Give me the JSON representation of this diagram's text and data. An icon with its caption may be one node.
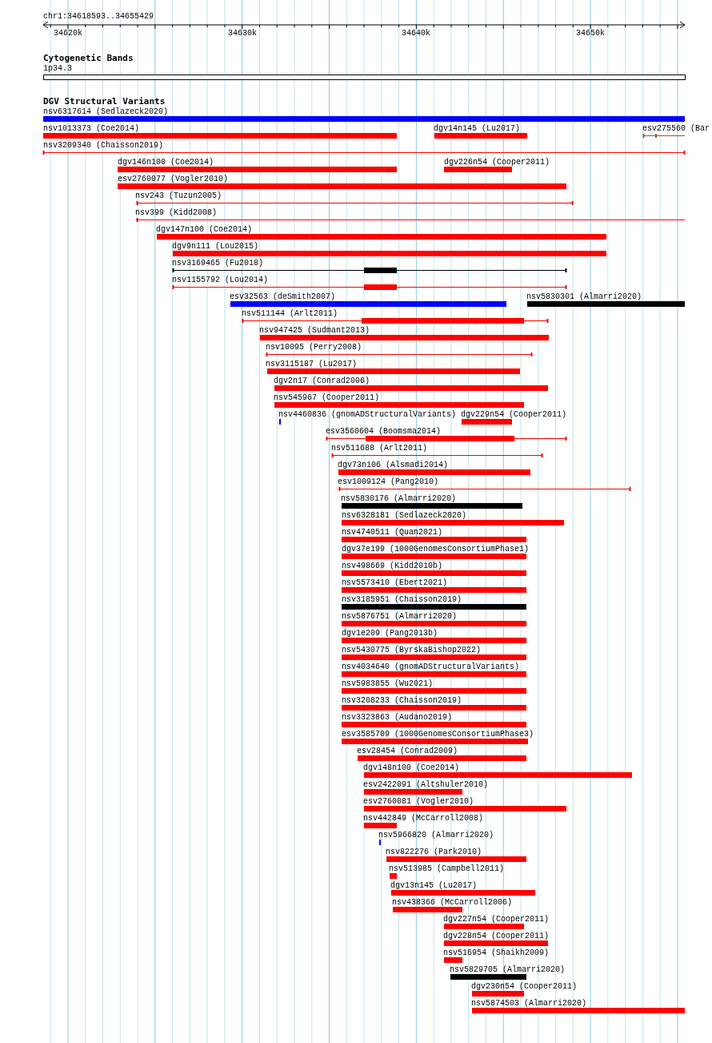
{
  "diagram": {
    "nodes": [
      {
        "text": [
          "nsv6317614 (Sedlazeck2020)"
        ]
      },
      {
        "text": [
          "nsv1013373 (Coe2014)"
        ]
      },
      {
        "text": [
          "dgv14n145 (Lu2017)"
        ]
      },
      {
        "text": [
          "esv275560 (Bar"
        ]
      },
      {
        "text": [
          "nsv3209340 (Chaisson2019)"
        ]
      },
      {
        "text": [
          "dgv146n100 (Coe2014)"
        ]
      },
      {
        "text": [
          "dgv226n54 (Cooper2011)"
        ]
      },
      {
        "text": [
          "esv2760077 (Vogler2010)"
        ]
      },
      {
        "text": [
          "nsv243 (Tuzun2005)"
        ]
      },
      {
        "text": [
          "nsv399 (Kidd2008)"
        ]
      },
      {
        "text": [
          "dgv147n100 (Coe2014)"
        ]
      },
      {
        "text": [
          "dgv9n111 (Lou2015)"
        ]
      },
      {
        "text": [
          "nsv3169465 (Fu2018)"
        ]
      },
      {
        "text": [
          "nsv1155792 (Lou2014)"
        ]
      },
      {
        "text": [
          "esv32563 (deSmith2007)"
        ]
      },
      {
        "text": [
          "nsv5830301 (Almarri2020)"
        ]
      },
      {
        "text": [
          "nsv511144 (Arlt2011)"
        ]
      },
      {
        "text": [
          "nsv947425 (Sudmant2013)"
        ]
      },
      {
        "text": [
          "nsv10095 (Perry2008)"
        ]
      },
      {
        "text": [
          "nsv3115187 (Lu2017)"
        ]
      },
      {
        "text": [
          "dgv2n17 (Conrad2006)"
        ]
      },
      {
        "text": [
          "nsv545967 (Cooper2011)"
        ]
      },
      {
        "text": [
          "nsv4460836 (gnomADStructuralVariants)"
        ]
      },
      {
        "text": [
          "dgv229n54 (Cooper2011)"
        ]
      },
      {
        "text": [
          "esv3560604 (Boomsma2014)"
        ]
      },
      {
        "text": [
          "nsv511688 (Arlt2011)"
        ]
      },
      {
        "text": [
          "dgv73n106 (Alsmadi2014)"
        ]
      },
      {
        "text": [
          "esv1009124 (Pang2010)"
        ]
      },
      {
        "text": [
          "nsv5830176 (Almarri2020)"
        ]
      },
      {
        "text": [
          "nsv6328181 (Sedlazeck2020)"
        ]
      },
      {
        "text": [
          "nsv4740511 (Quan2021)"
        ]
      },
      {
        "text": [
          "dgv37e199 (1000GenomesConsortiumPhase1)"
        ]
      },
      {
        "text": [
          "nsv498669 (Kidd2010b)"
        ]
      },
      {
        "text": [
          "nsv5573410 (Ebert2021)"
        ]
      },
      {
        "text": [
          "nsv3185951 (Chaisson2019)"
        ]
      },
      {
        "text": [
          "nsv5876751 (Almarri2020)"
        ]
      },
      {
        "text": [
          "dgv1e209 (Pang2013b)"
        ]
      },
      {
        "text": [
          "nsv5430775 (ByrskaBishop2022)"
        ]
      },
      {
        "text": [
          "nsv4034640 (gnomADStructuralVariants)"
        ]
      },
      {
        "text": [
          "nsv5983855 (Wu2021)"
        ]
      },
      {
        "text": [
          "nsv3208233 (Chaisson2019)"
        ]
      },
      {
        "text": [
          "nsv3323863 (Audano2019)"
        ]
      },
      {
        "text": [
          "esv3585709 (1000GenomesConsortiumPhase3)"
        ]
      },
      {
        "text": [
          "esv28454 (Conrad2009)"
        ]
      },
      {
        "text": [
          "dgv148n100 (Coe2014)"
        ]
      },
      {
        "text": [
          "esv2422091 (Altshuler2010)"
        ]
      },
      {
        "text": [
          "esv2760081 (Vogler2010)"
        ]
      },
      {
        "text": [
          "nsv442849 (McCarroll2008)"
        ]
      },
      {
        "text": [
          "nsv5966820 (Almarri2020)"
        ]
      },
      {
        "text": [
          "nsv822276 (Park2010)"
        ]
      },
      {
        "text": [
          "nsv513985 (Campbell2011)"
        ]
      },
      {
        "text": [
          "dgv13n145 (Lu2017)"
        ]
      },
      {
        "text": [
          "nsv438366 (McCarroll2006)"
        ]
      },
      {
        "text": [
          "dgv227n54 (Cooper2011)"
        ]
      },
      {
        "text": [
          "dgv228n54 (Cooper2011)"
        ]
      },
      {
        "text": [
          "nsv516954 (Shaikh2009)"
        ]
      },
      {
        "text": [
          "nsv5829705 (Almarri2020)"
        ]
      },
      {
        "text": [
          "dgv230n54 (Cooper2011)"
        ]
      },
      {
        "text": [
          "nsv5874503 (Almarri2020)"
        ]
      }
    ],
    "edges": [],
    "labels": [
      "chr1:34618593..34655429",
      "34620k",
      "34630k",
      "34640k",
      "34650k",
      "Cytogenetic Bands",
      "1p34.3",
      "DGV Structural Variants"
    ]
  }
}
